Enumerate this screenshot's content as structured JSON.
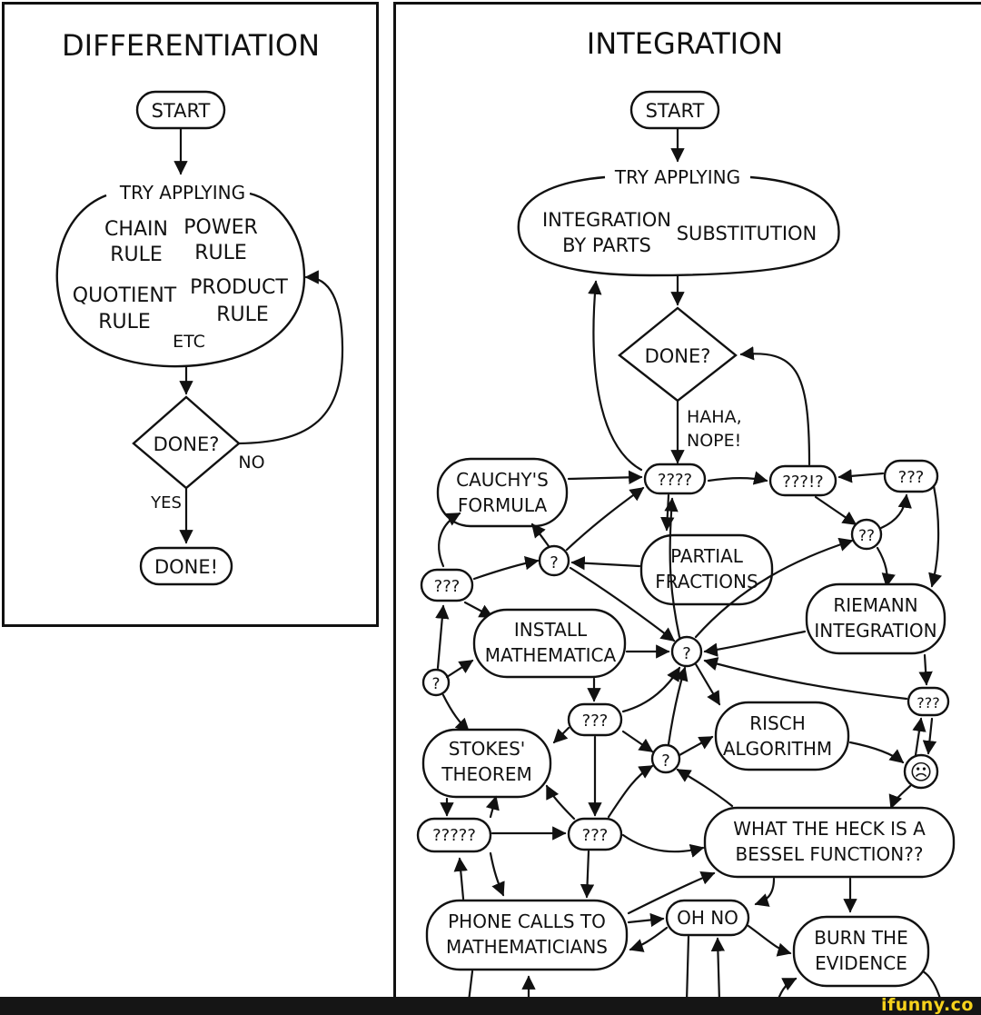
{
  "differentiation": {
    "title": "DIFFERENTIATION",
    "start": "START",
    "try_applying": "TRY APPLYING",
    "rules": {
      "chain": [
        "CHAIN",
        "RULE"
      ],
      "power": [
        "POWER",
        "RULE"
      ],
      "quotient": [
        "QUOTIENT",
        "RULE"
      ],
      "product": [
        "PRODUCT",
        "RULE"
      ],
      "etc": "ETC"
    },
    "done_question": "DONE?",
    "no": "NO",
    "yes": "YES",
    "done_final": "DONE!"
  },
  "integration": {
    "title": "INTEGRATION",
    "start": "START",
    "try_applying": "TRY APPLYING",
    "parts": [
      "INTEGRATION",
      "BY PARTS"
    ],
    "substitution": "SUBSTITUTION",
    "done_question": "DONE?",
    "haha": [
      "HAHA,",
      "NOPE!"
    ],
    "cauchy": [
      "CAUCHY'S",
      "FORMULA"
    ],
    "partial": [
      "PARTIAL",
      "FRACTIONS"
    ],
    "riemann": [
      "RIEMANN",
      "INTEGRATION"
    ],
    "install": [
      "INSTALL",
      "MATHEMATICA"
    ],
    "stokes": [
      "STOKES'",
      "THEOREM"
    ],
    "risch": [
      "RISCH",
      "ALGORITHM"
    ],
    "bessel": [
      "WHAT THE HECK IS A",
      "BESSEL FUNCTION??"
    ],
    "phone": [
      "PHONE CALLS TO",
      "MATHEMATICIANS"
    ],
    "oh_no": "OH NO",
    "burn": [
      "BURN THE",
      "EVIDENCE"
    ],
    "q1": "?",
    "q2": "??",
    "q3": "???",
    "q4": "????",
    "q4b": "???!?",
    "q5": "?????",
    "sad_face": "☹"
  },
  "watermark": "ifunny.co"
}
